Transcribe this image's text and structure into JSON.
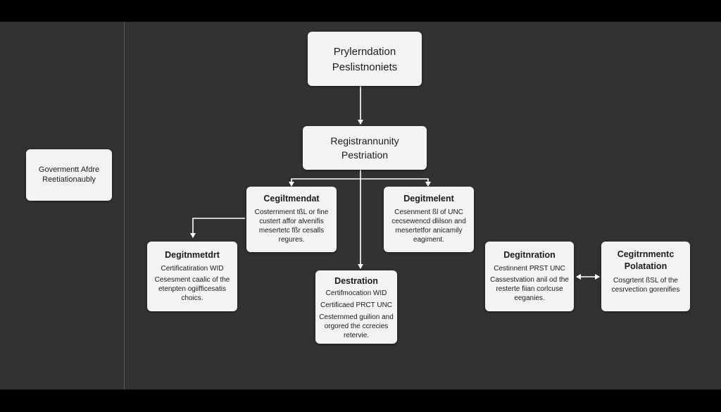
{
  "colors": {
    "background": "#323232",
    "frame": "#000000",
    "node_fill": "#f3f3f4",
    "connector": "#ffffff"
  },
  "nodes": {
    "top": {
      "lines": [
        "Prylerndation",
        "Peslistnoniets"
      ]
    },
    "registration": {
      "lines": [
        "Registrannunity",
        "Pestriation"
      ]
    },
    "side": {
      "lines": [
        "Govermentt Afdre",
        "Reetiationaubly"
      ]
    },
    "mid_left": {
      "title": "Cegiltmendat",
      "lines": [
        "Costernment tßL or fine",
        "custert affor alvenifis",
        "mesertetc fßr cesalls",
        "regures."
      ]
    },
    "mid_right": {
      "title": "Degitmelent",
      "lines": [
        "Cesenment ßl of UNC",
        "cecsewencd dlilson and",
        "mesertetfor anicamily",
        "eagiment."
      ]
    },
    "left": {
      "title": "Degitnmetdrt",
      "lines": [
        "Certificatiration WID",
        "Cesesment caalic of the",
        "etenpten ogiifficesatis",
        "choics."
      ]
    },
    "center": {
      "title": "Destration",
      "lines": [
        "Certifmocation WID",
        "Certificaed PRCT UNC",
        "Cesternmed guilion and",
        "orgored the ccrecies",
        "retervie."
      ]
    },
    "right_a": {
      "title": "Degitnration",
      "lines": [
        "Cestinnent PRST UNC",
        "Cassestvation anil od the",
        "resterte fiian corlcuse",
        "eeganies."
      ]
    },
    "right_b": {
      "title": "Cegitrnmentc",
      "title2": "Polatation",
      "lines": [
        "Cosgrtent ßSL of the",
        "cesrvection gorenifies"
      ]
    }
  }
}
